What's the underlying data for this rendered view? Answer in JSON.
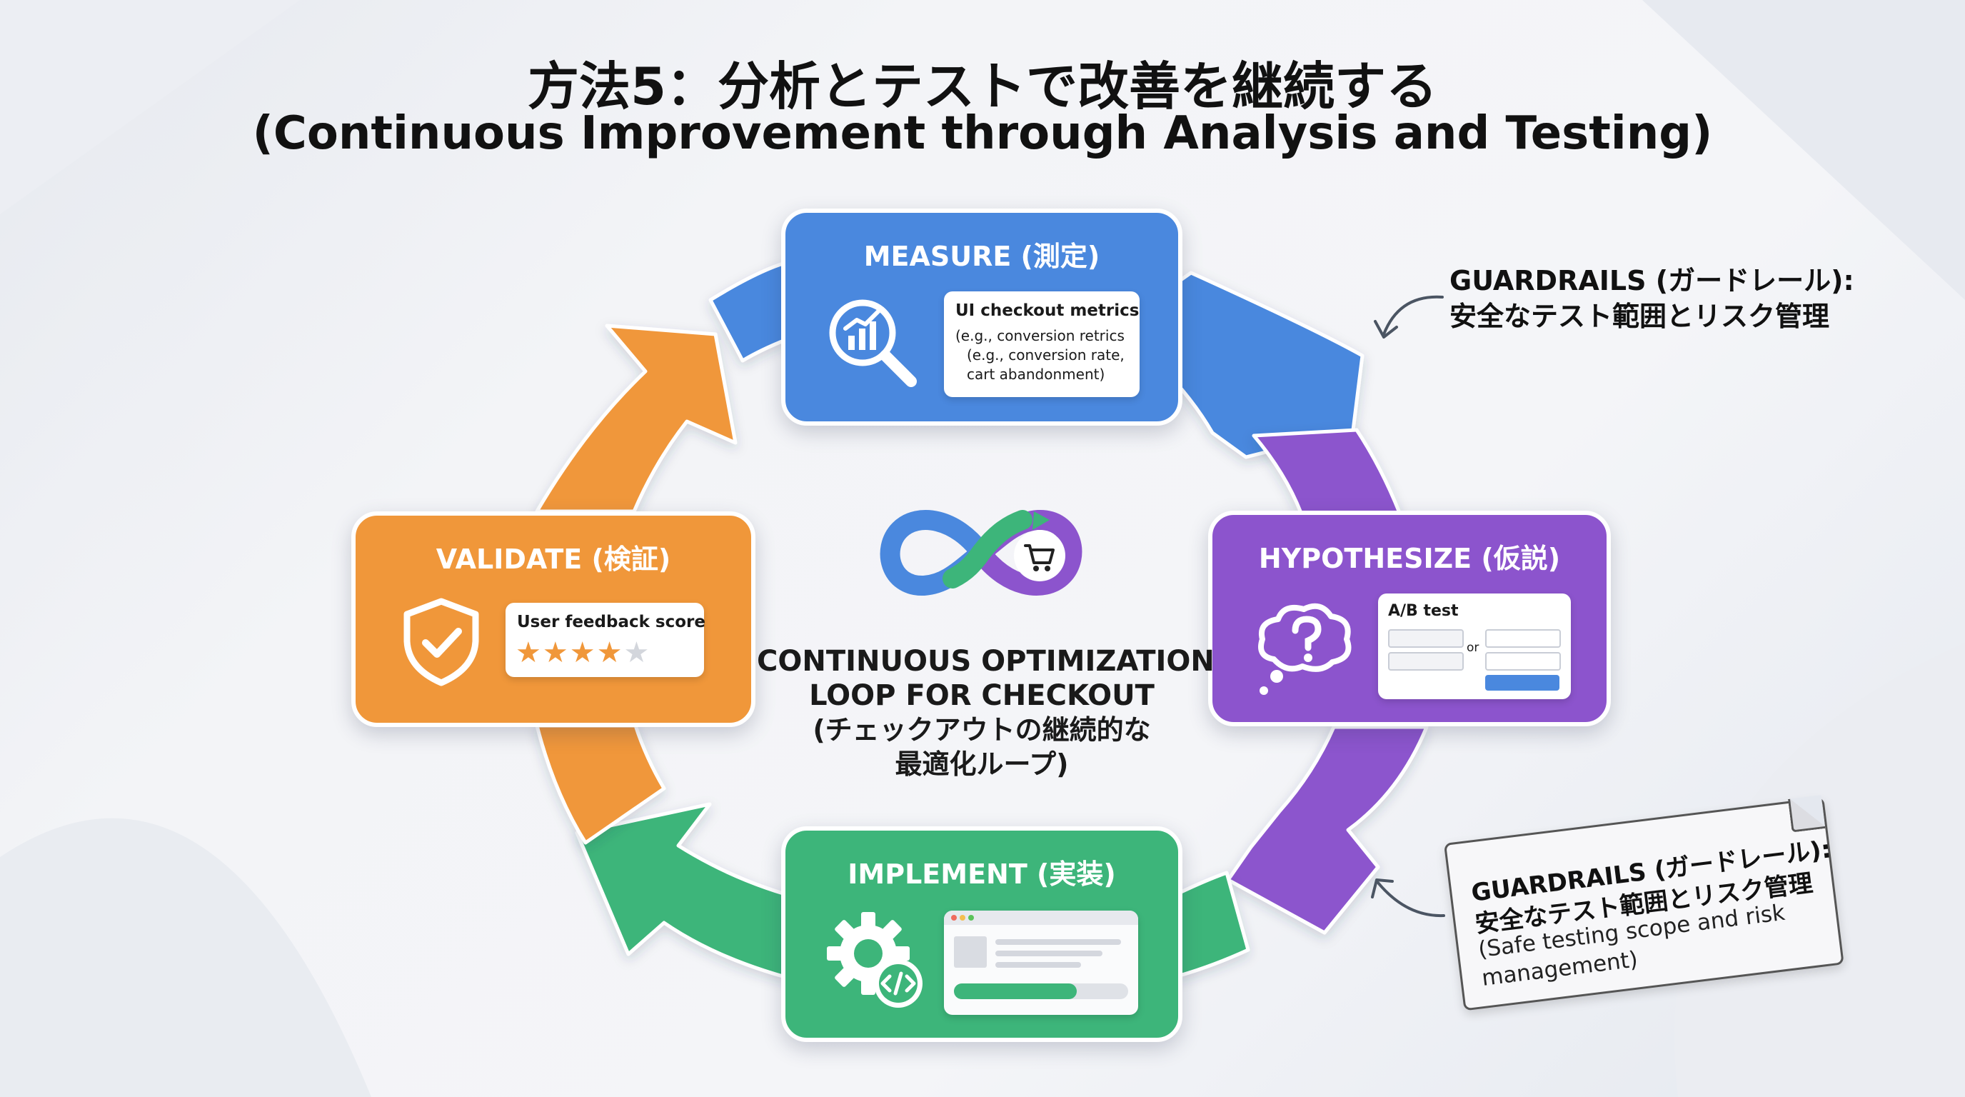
{
  "title": {
    "jp": "方法5：分析とテストで改善を継続する",
    "en": "(Continuous Improvement through Analysis and Testing)"
  },
  "colors": {
    "measure": "#4a88de",
    "hypothesize": "#8c54cd",
    "implement": "#3db57a",
    "validate": "#f0973a",
    "background": "#f3f4f7"
  },
  "stages": {
    "measure": {
      "title": "MEASURE (測定)",
      "icon": "magnifier-chart-icon",
      "card": {
        "heading": "UI checkout metrics",
        "line1": "(e.g., conversion retrics",
        "line2": "(e.g., conversion rate,",
        "line3": "cart abandonment)"
      }
    },
    "hypothesize": {
      "title": "HYPOTHESIZE (仮説)",
      "icon": "thought-bubble-question-icon",
      "card": {
        "heading": "A/B test",
        "or": "or"
      }
    },
    "implement": {
      "title": "IMPLEMENT (実装)",
      "icon": "gear-code-icon"
    },
    "validate": {
      "title": "VALIDATE (検証)",
      "icon": "shield-check-icon",
      "card": {
        "heading": "User feedback score",
        "rating": 4,
        "max": 5
      }
    }
  },
  "center": {
    "icon": "infinity-cart-icon",
    "en_line1": "CONTINUOUS OPTIMIZATION",
    "en_line2": "LOOP FOR CHECKOUT",
    "jp_line1": "(チェックアウトの継続的な",
    "jp_line2": "最適化ループ)"
  },
  "guardrails_top": {
    "line1": "GUARDRAILS (ガードレール):",
    "line2": "安全なテスト範囲とリスク管理"
  },
  "guardrails_note": {
    "line1": "GUARDRAILS (ガードレール):",
    "line2": "安全なテスト範囲とリスク管理",
    "line3": "(Safe testing scope and risk",
    "line4": "management)"
  }
}
